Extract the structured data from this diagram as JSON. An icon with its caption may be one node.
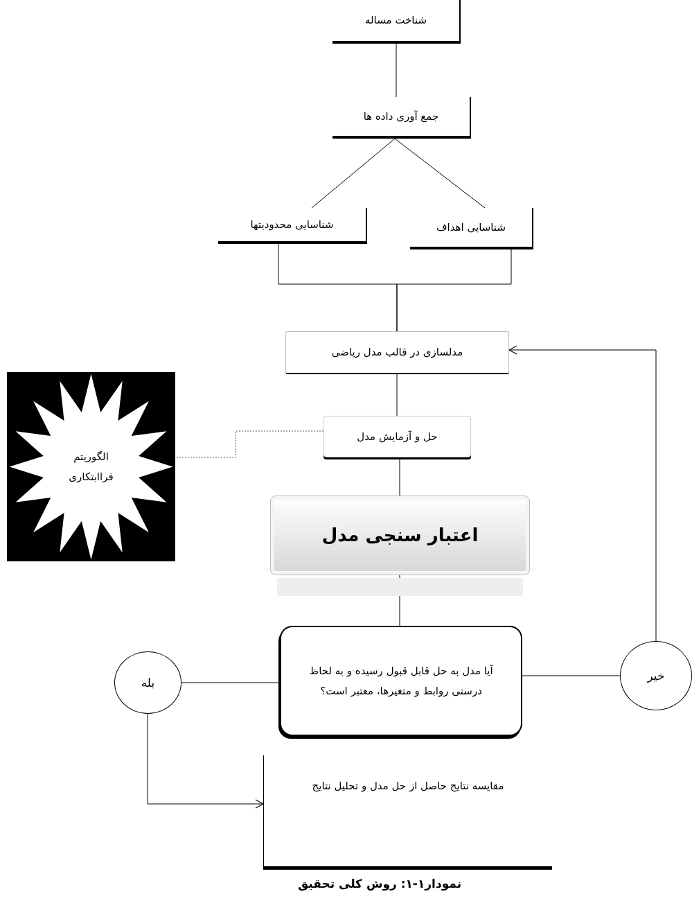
{
  "diagram": {
    "caption": "نمودار۱-۱: روش کلی تحقیق",
    "nodes": [
      {
        "text": [
          "شناخت مساله"
        ]
      },
      {
        "text": [
          "جمع آوری داده ها"
        ]
      },
      {
        "text": [
          "شناسایی محدودیتها"
        ]
      },
      {
        "text": [
          "شناسایی اهداف"
        ]
      },
      {
        "text": [
          "مدلسازی در قالب مدل ریاضی"
        ]
      },
      {
        "text": [
          "الگوریتم فراابتکاری"
        ]
      },
      {
        "text": [
          "حل و آزمایش مدل"
        ]
      },
      {
        "text": [
          "اعتبار سنجی مدل"
        ]
      },
      {
        "text": [
          "آیا مدل به حل قابل قبول رسیده و به لحاظ درستی روابط و متغیرها، معتبر است؟"
        ]
      },
      {
        "text": [
          "بله"
        ]
      },
      {
        "text": [
          "خیر"
        ]
      },
      {
        "text": [
          "مقایسه نتایج حاصل از حل مدل و تحلیل نتایج"
        ]
      }
    ],
    "edges": [
      {
        "from": 0,
        "to": 1,
        "arrow": "none"
      },
      {
        "from": 1,
        "to": 2,
        "arrow": "none"
      },
      {
        "from": 1,
        "to": 3,
        "arrow": "none"
      },
      {
        "from": 2,
        "to": 4,
        "arrow": "none"
      },
      {
        "from": 3,
        "to": 4,
        "arrow": "none"
      },
      {
        "from": 4,
        "to": 6,
        "arrow": "none"
      },
      {
        "from": 6,
        "to": 5,
        "arrow": "none",
        "style": "dashed"
      },
      {
        "from": 6,
        "to": 7,
        "arrow": "none"
      },
      {
        "from": 7,
        "to": 8,
        "arrow": "none"
      },
      {
        "from": 8,
        "to": 10,
        "arrow": "none"
      },
      {
        "from": 10,
        "to": 4,
        "arrow": "to"
      },
      {
        "from": 8,
        "to": 9,
        "arrow": "none"
      },
      {
        "from": 9,
        "to": 11,
        "arrow": "to"
      }
    ]
  }
}
